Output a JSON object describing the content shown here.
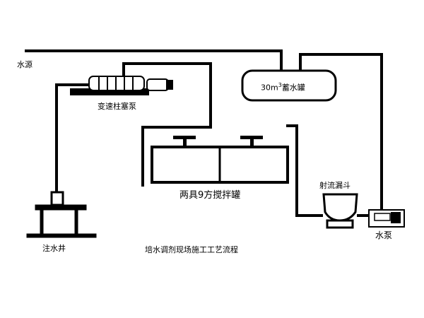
{
  "diagram": {
    "title": "培水调剂现场施工工艺流程",
    "labels": {
      "water_source": "水源",
      "plunger_pump": "变速柱塞泵",
      "storage_tank": {
        "prefix": "30m",
        "sup": "3",
        "suffix": "蓄水罐"
      },
      "mixing_tanks": "两具9方搅拌罐",
      "jet_hopper": "射流漏斗",
      "water_pump": "水泵",
      "injection_well": "注水井"
    },
    "colors": {
      "line": "#000000",
      "background": "#ffffff"
    }
  }
}
